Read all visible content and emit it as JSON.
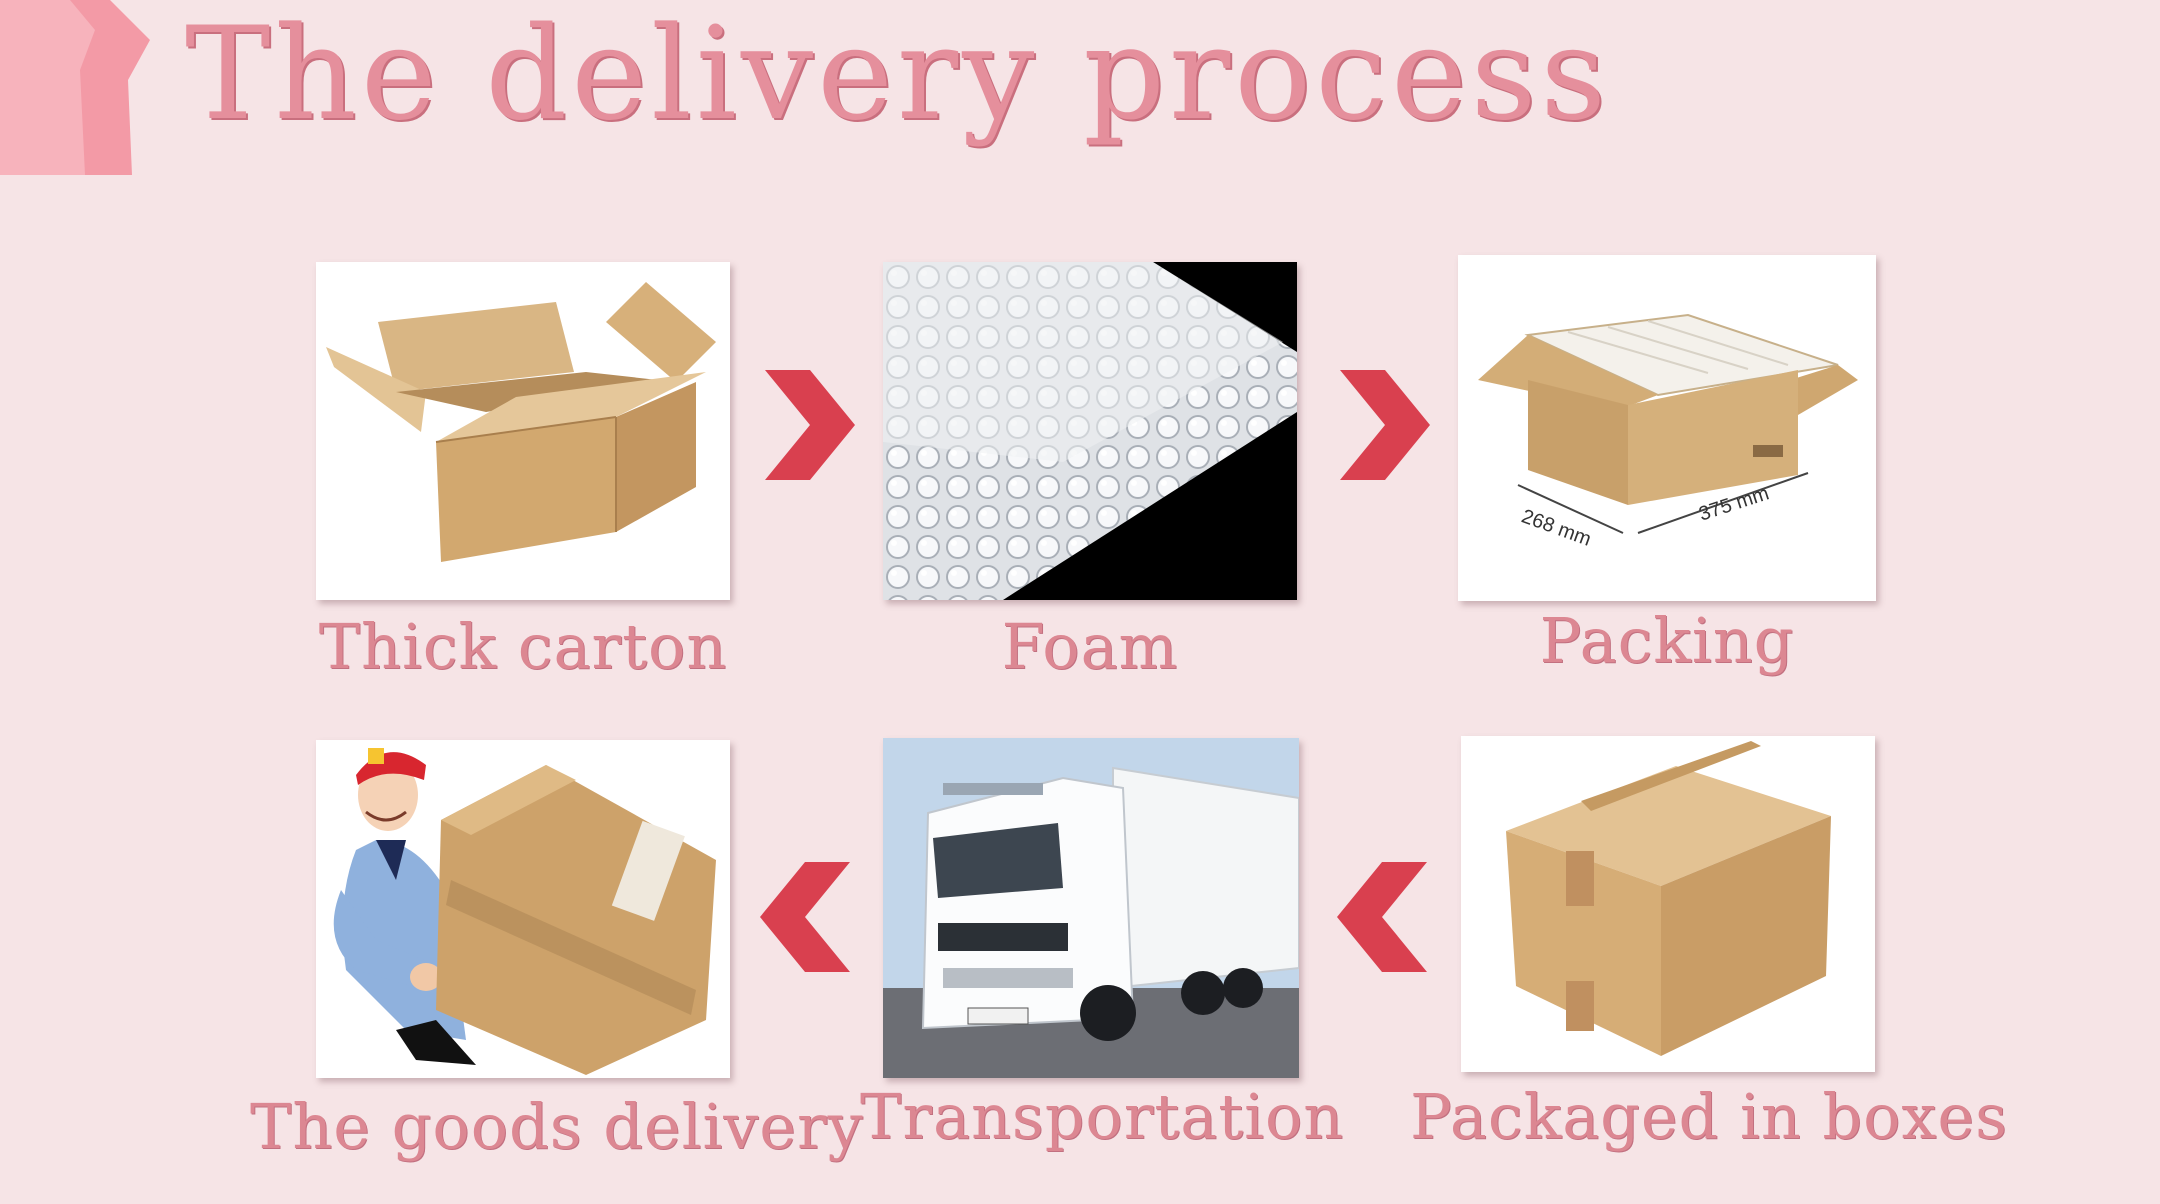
{
  "title": "The delivery process",
  "steps": [
    {
      "label": "Thick carton",
      "icon": "open-carton-image"
    },
    {
      "label": "Foam",
      "icon": "bubble-wrap-image"
    },
    {
      "label": "Packing",
      "icon": "packed-carton-image"
    },
    {
      "label": "Packaged in boxes",
      "icon": "closed-box-image"
    },
    {
      "label": "Transportation",
      "icon": "truck-image"
    },
    {
      "label": "The goods delivery",
      "icon": "courier-image"
    }
  ],
  "packing_dimensions": {
    "width": "268 mm",
    "length": "375 mm"
  },
  "colors": {
    "background": "#f6e4e6",
    "title": "#e58f9c",
    "caption": "#dc8792",
    "arrow": "#d9404f"
  }
}
